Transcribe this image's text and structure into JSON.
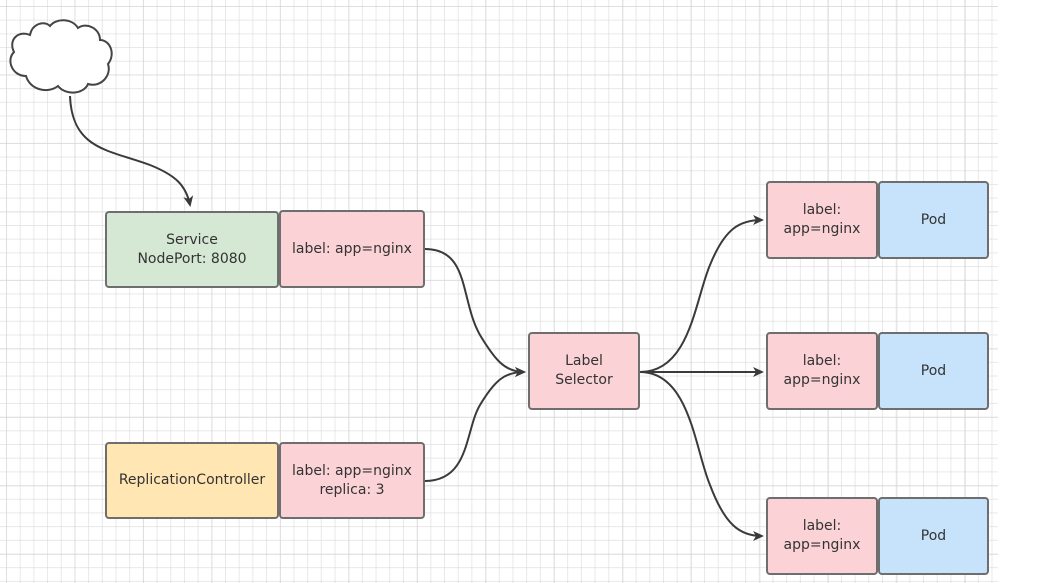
{
  "diagram": {
    "service": {
      "text": "Service\nNodePort: 8080"
    },
    "service_label": {
      "text": "label: app=nginx"
    },
    "replication_controller": {
      "text": "ReplicationController"
    },
    "rc_label": {
      "text": "label: app=nginx\nreplica: 3"
    },
    "label_selector": {
      "text": "Label\nSelector"
    },
    "pods": [
      {
        "label": "label:\napp=nginx",
        "name": "Pod"
      },
      {
        "label": "label:\napp=nginx",
        "name": "Pod"
      },
      {
        "label": "label:\napp=nginx",
        "name": "Pod"
      }
    ],
    "colors": {
      "service": "#d5e8d4",
      "label": "#fbd3d6",
      "replication_controller": "#ffe6b3",
      "pod": "#c7e2fb",
      "border": "#6e6e6e",
      "connector": "#3a3a3a"
    },
    "icons": [
      "cloud-icon"
    ]
  }
}
